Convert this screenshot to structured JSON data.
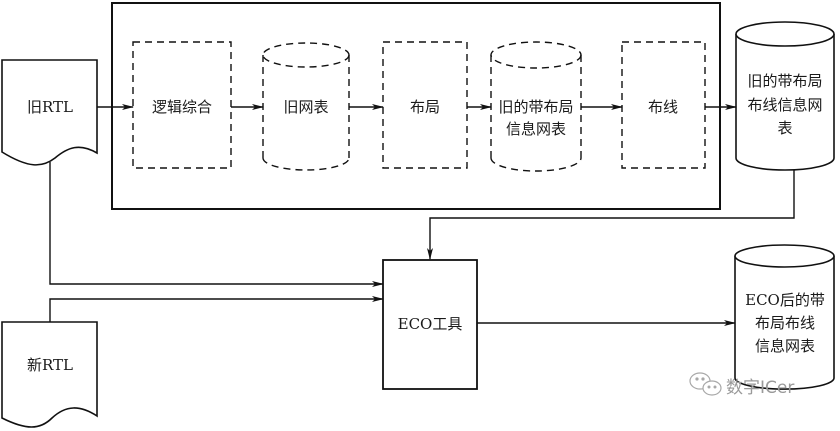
{
  "diagram": {
    "type": "flowchart",
    "inputs": {
      "old_rtl": "旧RTL",
      "new_rtl": "新RTL"
    },
    "flow_steps": [
      {
        "id": "logic_synthesis",
        "label": "逻辑综合",
        "shape": "process",
        "style": "dashed"
      },
      {
        "id": "old_netlist",
        "label": "旧网表",
        "shape": "database",
        "style": "dashed"
      },
      {
        "id": "placement",
        "label": "布局",
        "shape": "process",
        "style": "dashed"
      },
      {
        "id": "old_placed_netlist",
        "lines": [
          "旧的带布局",
          "信息网表"
        ],
        "shape": "database",
        "style": "dashed"
      },
      {
        "id": "routing",
        "label": "布线",
        "shape": "process",
        "style": "dashed"
      }
    ],
    "old_routed_netlist": {
      "lines": [
        "旧的带布局",
        "布线信息网",
        "表"
      ]
    },
    "eco_tool": "ECO工具",
    "eco_output": {
      "lines": [
        "ECO后的带",
        "布局布线",
        "信息网表"
      ]
    },
    "edges": [
      [
        "old_rtl",
        "logic_synthesis"
      ],
      [
        "logic_synthesis",
        "old_netlist"
      ],
      [
        "old_netlist",
        "placement"
      ],
      [
        "placement",
        "old_placed_netlist"
      ],
      [
        "old_placed_netlist",
        "routing"
      ],
      [
        "routing",
        "old_routed_netlist"
      ],
      [
        "old_routed_netlist",
        "eco_tool"
      ],
      [
        "old_rtl",
        "eco_tool"
      ],
      [
        "new_rtl",
        "eco_tool"
      ],
      [
        "eco_tool",
        "eco_output"
      ]
    ]
  },
  "watermark": {
    "icon": "wechat-icon",
    "text": "数字ICer"
  },
  "colors": {
    "stroke": "#111111",
    "watermark": "#9a9a9a"
  }
}
